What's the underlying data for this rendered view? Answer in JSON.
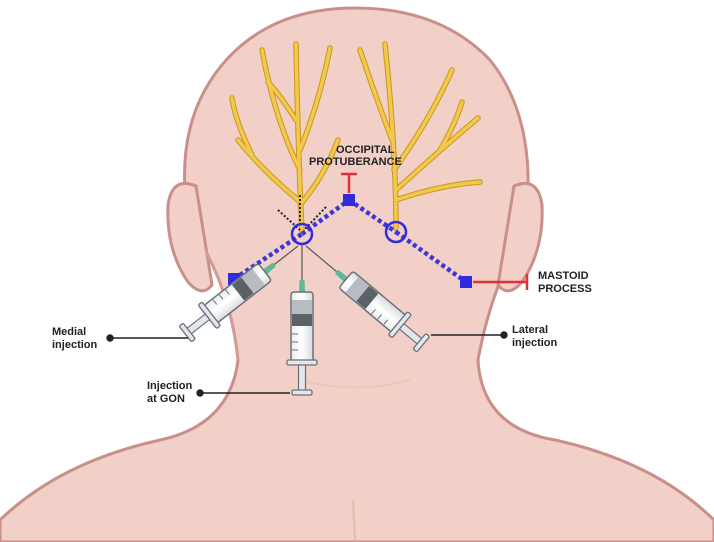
{
  "labels": {
    "occipital_line1": "OCCIPITAL",
    "occipital_line2": "PROTUBERANCE",
    "mastoid_line1": "MASTOID",
    "mastoid_line2": "PROCESS",
    "medial_line1": "Medial",
    "medial_line2": "injection",
    "gon_line1": "Injection",
    "gon_line2": "at GON",
    "lateral_line1": "Lateral",
    "lateral_line2": "injection"
  },
  "colors": {
    "skin": "#f2d0c7",
    "skin_outline": "#c98f8a",
    "nerve": "#f2c94c",
    "nerve_outline": "#c9971c",
    "dashed_line": "#3a37d6",
    "marker": "#2f2ce0",
    "pointer_red": "#e0303a",
    "needle_green": "#5fb896"
  }
}
